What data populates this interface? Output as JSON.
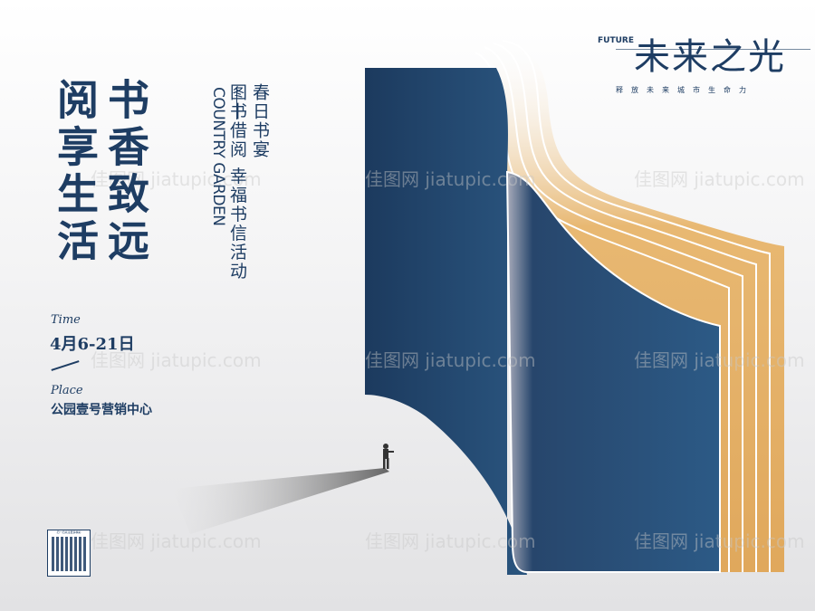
{
  "logo": {
    "en": "FUTURE",
    "cn": "未来之光",
    "tagline": "释放未来城市生命力"
  },
  "headline": {
    "col1": "阅享生活",
    "col2": "书香致远"
  },
  "brand_en": "COUNTRY GARDEN",
  "subtitle": {
    "line1": "春日书宴",
    "line2": "图书借阅 幸福书信活动"
  },
  "time": {
    "label": "Time",
    "value": "4月6-21日"
  },
  "place": {
    "label": "Place",
    "value": "公园壹号营销中心"
  },
  "qr": {
    "caption": "扫一扫关注更多精彩"
  },
  "watermark": "佳图网 jiatupic.com",
  "colors": {
    "navy": "#1e3d63",
    "gold": "#e3ad62",
    "background": "#f0f0f1"
  }
}
